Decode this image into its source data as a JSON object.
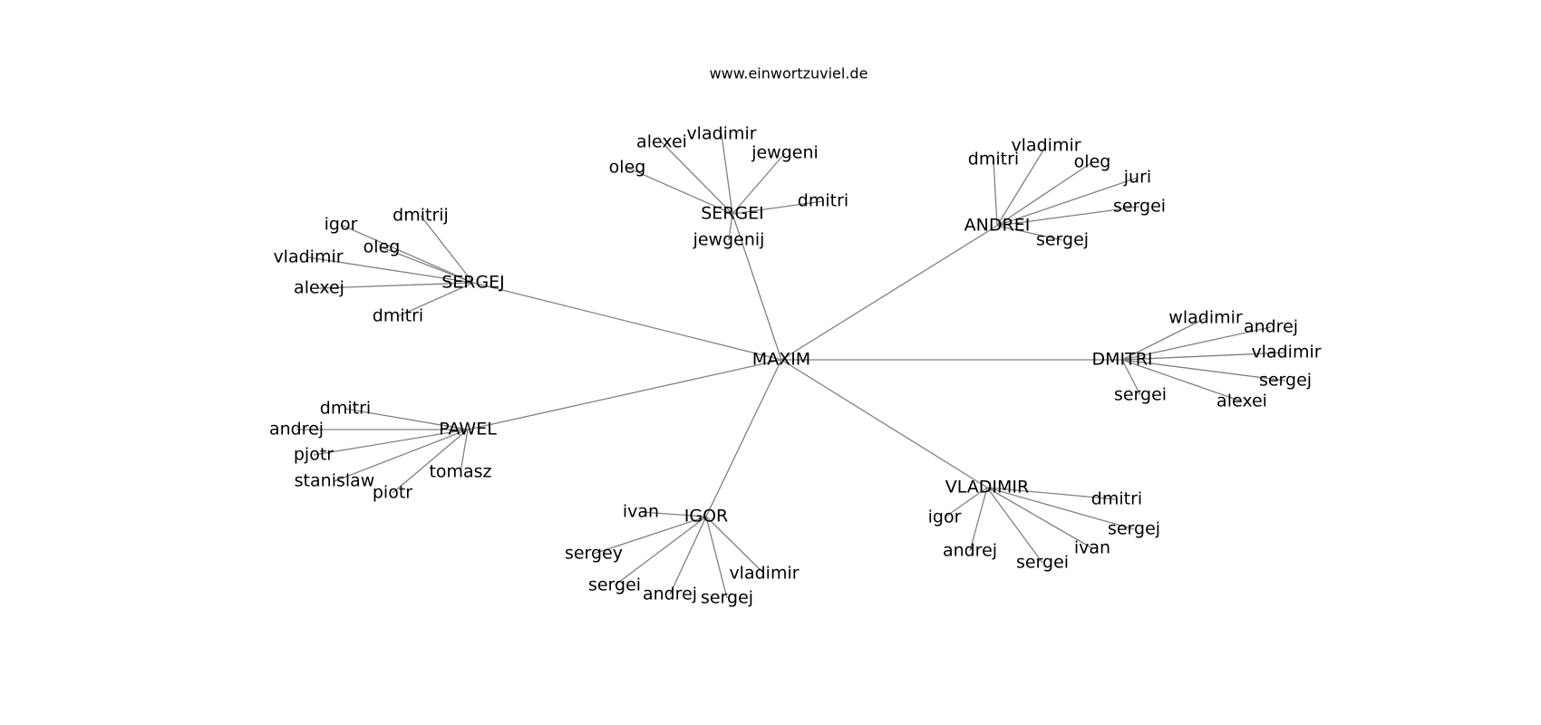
{
  "site": "www.einwortzuviel.de",
  "center": "MAXIM",
  "hubs": [
    {
      "id": "SERGEI",
      "label": "SERGEI",
      "children": [
        "alexei",
        "vladimir",
        "jewgeni",
        "oleg",
        "dmitri",
        "jewgenij"
      ]
    },
    {
      "id": "ANDREI",
      "label": "ANDREI",
      "children": [
        "dmitri",
        "vladimir",
        "oleg",
        "juri",
        "sergei",
        "sergej"
      ]
    },
    {
      "id": "SERGEJ",
      "label": "SERGEJ",
      "children": [
        "igor",
        "dmitrij",
        "oleg",
        "vladimir",
        "alexej",
        "dmitri"
      ]
    },
    {
      "id": "DMITRI",
      "label": "DMITRI",
      "children": [
        "wladimir",
        "andrej",
        "vladimir",
        "sergej",
        "sergei",
        "alexei"
      ]
    },
    {
      "id": "PAWEL",
      "label": "PAWEL",
      "children": [
        "dmitri",
        "andrej",
        "pjotr",
        "stanislaw",
        "piotr",
        "tomasz"
      ]
    },
    {
      "id": "VLADIMIR",
      "label": "VLADIMIR",
      "children": [
        "dmitri",
        "igor",
        "sergej",
        "andrej",
        "ivan",
        "sergei"
      ]
    },
    {
      "id": "IGOR",
      "label": "IGOR",
      "children": [
        "ivan",
        "sergey",
        "sergei",
        "andrej",
        "sergej",
        "vladimir"
      ]
    }
  ]
}
